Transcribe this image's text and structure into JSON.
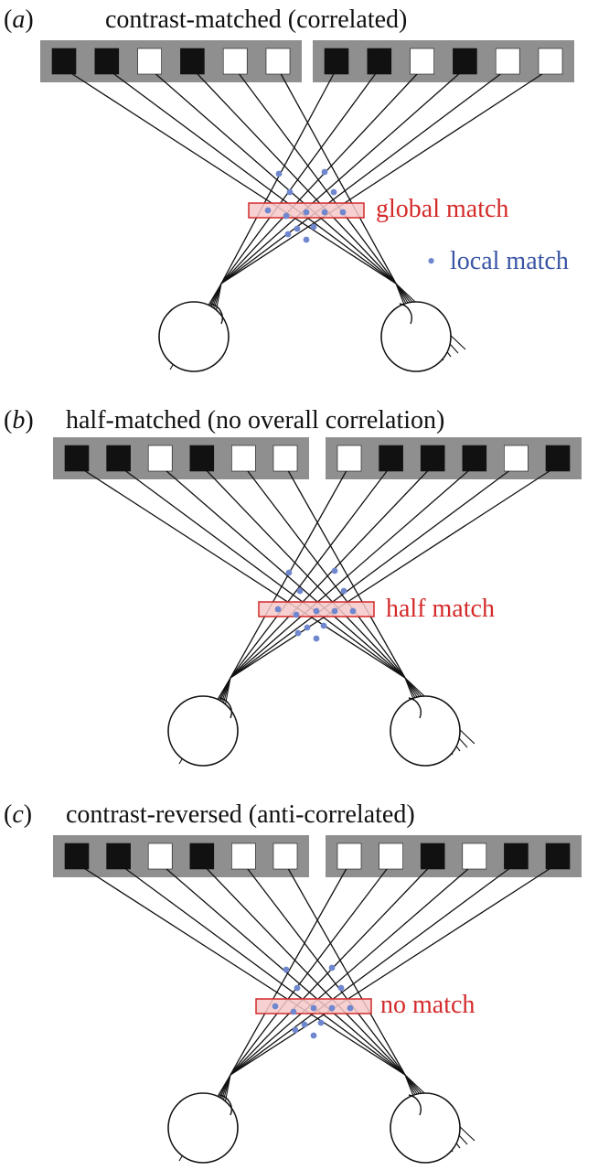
{
  "colors": {
    "background": "#ffffff",
    "strip": "#8f8f8f",
    "black_element": "#111111",
    "white_element": "#ffffff",
    "line": "#111111",
    "match_band_fill": "#f6c9c9",
    "match_band_stroke": "#d42a2a",
    "annotation_red": "#d42a2a",
    "annotation_blue": "#3a55a6",
    "local_dot": "#6f87cf"
  },
  "legend": {
    "bullet": "•",
    "local_match": "local match"
  },
  "panels": [
    {
      "letter": "a",
      "title": "contrast-matched (correlated)",
      "left_eye_pattern": [
        "black",
        "black",
        "white",
        "black",
        "white",
        "white"
      ],
      "right_eye_pattern": [
        "black",
        "black",
        "white",
        "black",
        "white",
        "white"
      ],
      "match_label": "global match",
      "show_legend": true
    },
    {
      "letter": "b",
      "title": "half-matched (no overall correlation)",
      "left_eye_pattern": [
        "black",
        "black",
        "white",
        "black",
        "white",
        "white"
      ],
      "right_eye_pattern": [
        "white",
        "black",
        "black",
        "black",
        "white",
        "black"
      ],
      "match_label": "half match",
      "show_legend": false
    },
    {
      "letter": "c",
      "title": "contrast-reversed (anti-correlated)",
      "left_eye_pattern": [
        "black",
        "black",
        "white",
        "black",
        "white",
        "white"
      ],
      "right_eye_pattern": [
        "white",
        "white",
        "black",
        "white",
        "black",
        "black"
      ],
      "match_label": "no match",
      "show_legend": false
    }
  ]
}
